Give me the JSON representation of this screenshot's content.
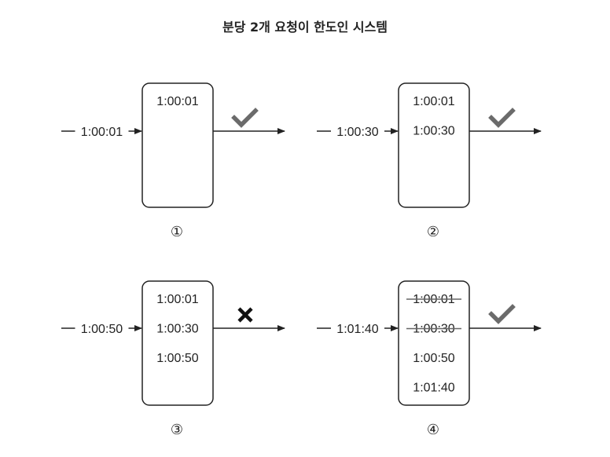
{
  "title": "분당 2개 요청이 한도인 시스템",
  "panels": [
    {
      "number": "①",
      "incoming": "1:00:01",
      "items": [
        {
          "text": "1:00:01",
          "struck": false
        }
      ],
      "result": "accepted",
      "result_icon": "check-icon"
    },
    {
      "number": "②",
      "incoming": "1:00:30",
      "items": [
        {
          "text": "1:00:01",
          "struck": false
        },
        {
          "text": "1:00:30",
          "struck": false
        }
      ],
      "result": "accepted",
      "result_icon": "check-icon"
    },
    {
      "number": "③",
      "incoming": "1:00:50",
      "items": [
        {
          "text": "1:00:01",
          "struck": false
        },
        {
          "text": "1:00:30",
          "struck": false
        },
        {
          "text": "1:00:50",
          "struck": false
        }
      ],
      "result": "rejected",
      "result_icon": "cross-icon"
    },
    {
      "number": "④",
      "incoming": "1:01:40",
      "items": [
        {
          "text": "1:00:01",
          "struck": true
        },
        {
          "text": "1:00:30",
          "struck": true
        },
        {
          "text": "1:00:50",
          "struck": false
        },
        {
          "text": "1:01:40",
          "struck": false
        }
      ],
      "result": "accepted",
      "result_icon": "check-icon"
    }
  ],
  "colors": {
    "line": "#222222",
    "check": "#6b6b6b",
    "cross": "#111111",
    "strike": "#666666"
  }
}
